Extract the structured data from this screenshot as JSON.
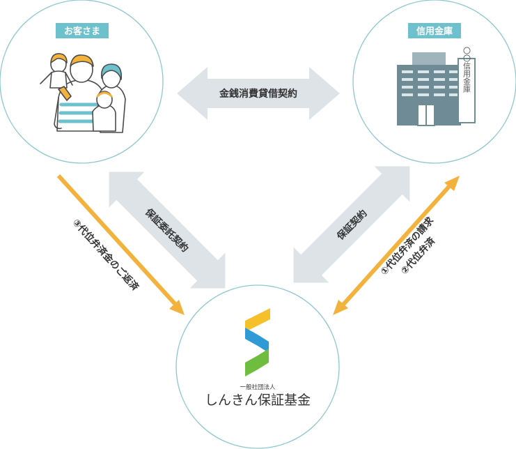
{
  "nodes": {
    "customer": {
      "label": "お客さま"
    },
    "bank": {
      "label": "信用金庫",
      "building_sign": "〇〇信用金庫"
    },
    "fund": {
      "org_type": "一般社団法人",
      "name": "しんきん保証基金"
    }
  },
  "relations": {
    "loan": "金銭消費貸借契約",
    "guarantee_commission": "保証委託契約",
    "guarantee_contract": "保証契約",
    "subrogation_request": "①代位弁済の請求",
    "subrogation": "②代位弁済",
    "repayment": "③代位弁済金のご返済"
  },
  "colors": {
    "circle_stroke": "#8cc7cf",
    "label_bg": "#6cc1cc",
    "gray_arrow": "#dde3e7",
    "orange_arrow": "#f2b23c",
    "text_dark": "#333333",
    "building": "#6f8c96",
    "building_light": "#9fb4bb",
    "logo_yellow": "#f6c02a",
    "logo_blue": "#2f9ad6",
    "logo_green": "#6fbd3f"
  }
}
